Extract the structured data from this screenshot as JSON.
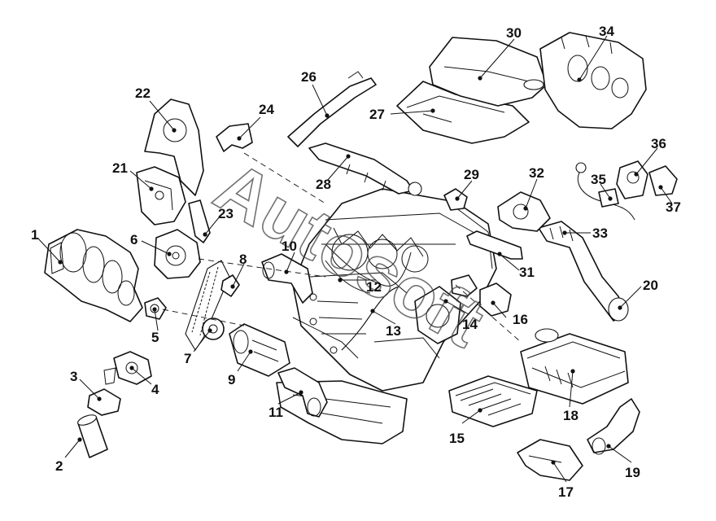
{
  "watermark": "Autosoft",
  "callouts": [
    {
      "id": "1",
      "label": "1"
    },
    {
      "id": "2",
      "label": "2"
    },
    {
      "id": "3",
      "label": "3"
    },
    {
      "id": "4",
      "label": "4"
    },
    {
      "id": "5",
      "label": "5"
    },
    {
      "id": "6",
      "label": "6"
    },
    {
      "id": "7",
      "label": "7"
    },
    {
      "id": "8",
      "label": "8"
    },
    {
      "id": "9",
      "label": "9"
    },
    {
      "id": "10",
      "label": "10"
    },
    {
      "id": "11",
      "label": "11"
    },
    {
      "id": "12",
      "label": "12"
    },
    {
      "id": "13",
      "label": "13"
    },
    {
      "id": "14",
      "label": "14"
    },
    {
      "id": "15",
      "label": "15"
    },
    {
      "id": "16",
      "label": "16"
    },
    {
      "id": "17",
      "label": "17"
    },
    {
      "id": "18",
      "label": "18"
    },
    {
      "id": "19",
      "label": "19"
    },
    {
      "id": "20",
      "label": "20"
    },
    {
      "id": "21",
      "label": "21"
    },
    {
      "id": "22",
      "label": "22"
    },
    {
      "id": "23",
      "label": "23"
    },
    {
      "id": "24",
      "label": "24"
    },
    {
      "id": "26",
      "label": "26"
    },
    {
      "id": "27",
      "label": "27"
    },
    {
      "id": "28",
      "label": "28"
    },
    {
      "id": "29",
      "label": "29"
    },
    {
      "id": "30",
      "label": "30"
    },
    {
      "id": "31",
      "label": "31"
    },
    {
      "id": "32",
      "label": "32"
    },
    {
      "id": "33",
      "label": "33"
    },
    {
      "id": "34",
      "label": "34"
    },
    {
      "id": "35",
      "label": "35"
    },
    {
      "id": "36",
      "label": "36"
    },
    {
      "id": "37",
      "label": "37"
    }
  ]
}
